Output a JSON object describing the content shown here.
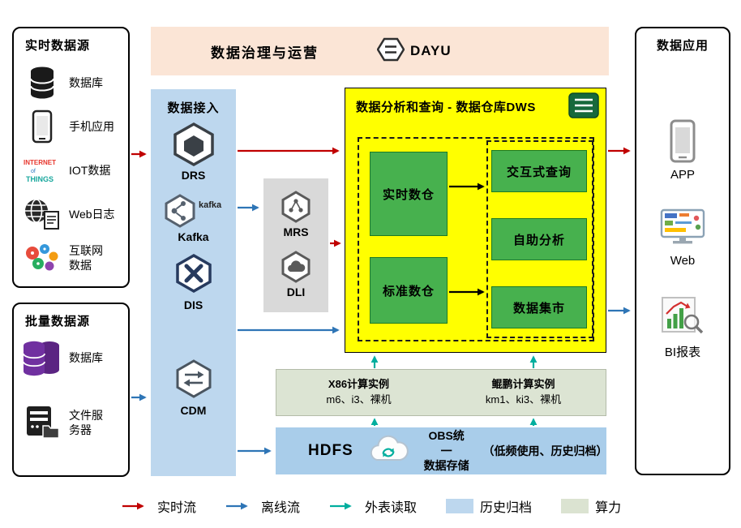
{
  "realtime_sources": {
    "title": "实时数据源",
    "items": [
      {
        "label": "数据库",
        "icon": "database-icon"
      },
      {
        "label": "手机应用",
        "icon": "mobile-app-icon"
      },
      {
        "label": "IOT数据",
        "icon": "iot-icon"
      },
      {
        "label": "Web日志",
        "icon": "web-log-icon"
      },
      {
        "label": "互联网数据",
        "icon": "internet-data-icon"
      }
    ],
    "iot_icon_words": [
      "INTERNET",
      "of",
      "THINGS"
    ]
  },
  "batch_sources": {
    "title": "批量数据源",
    "items": [
      {
        "label": "数据库",
        "icon": "database-purple-icon"
      },
      {
        "label": "文件服务器",
        "icon": "file-server-icon"
      }
    ]
  },
  "governance": {
    "title": "数据治理与运营",
    "logo_text": "DAYU"
  },
  "ingestion": {
    "title": "数据接入",
    "items": [
      {
        "label": "DRS"
      },
      {
        "label": "Kafka"
      },
      {
        "label": "DIS"
      },
      {
        "label": "CDM"
      }
    ],
    "kafka_icon_text": "kafka"
  },
  "compute_services": {
    "items": [
      {
        "label": "MRS"
      },
      {
        "label": "DLI"
      }
    ]
  },
  "dws": {
    "title": "数据分析和查询 - 数据仓库DWS",
    "warehouses": [
      "实时数仓",
      "标准数仓"
    ],
    "services": [
      "交互式查询",
      "自助分析",
      "数据集市"
    ]
  },
  "compute_instances": {
    "groups": [
      {
        "title": "X86计算实例",
        "subtitle": "m6、i3、裸机"
      },
      {
        "title": "鲲鹏计算实例",
        "subtitle": "km1、ki3、裸机"
      }
    ]
  },
  "storage": {
    "hdfs_label": "HDFS",
    "obs_line1": "OBS统一",
    "obs_line2": "数据存储",
    "note": "（低频使用、历史归档）"
  },
  "applications": {
    "title": "数据应用",
    "items": [
      {
        "label": "APP"
      },
      {
        "label": "Web"
      },
      {
        "label": "BI报表"
      }
    ]
  },
  "legend": {
    "items": [
      {
        "label": "实时流",
        "type": "arrow",
        "color": "#C00000"
      },
      {
        "label": "离线流",
        "type": "arrow",
        "color": "#2E75B6"
      },
      {
        "label": "外表读取",
        "type": "arrow",
        "color": "#00AE9E"
      },
      {
        "label": "历史归档",
        "type": "swatch",
        "color": "#BDD7EE"
      },
      {
        "label": "算力",
        "type": "swatch",
        "color": "#DBE3D1"
      }
    ]
  }
}
